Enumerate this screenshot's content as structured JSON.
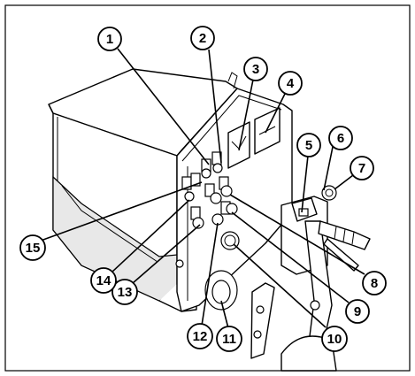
{
  "figure": {
    "callouts": [
      {
        "id": "c1",
        "label": "1"
      },
      {
        "id": "c2",
        "label": "2"
      },
      {
        "id": "c3",
        "label": "3"
      },
      {
        "id": "c4",
        "label": "4"
      },
      {
        "id": "c5",
        "label": "5"
      },
      {
        "id": "c6",
        "label": "6"
      },
      {
        "id": "c7",
        "label": "7"
      },
      {
        "id": "c8",
        "label": "8"
      },
      {
        "id": "c9",
        "label": "9"
      },
      {
        "id": "c10",
        "label": "10"
      },
      {
        "id": "c11",
        "label": "11"
      },
      {
        "id": "c12",
        "label": "12"
      },
      {
        "id": "c13",
        "label": "13"
      },
      {
        "id": "c14",
        "label": "14"
      },
      {
        "id": "c15",
        "label": "15"
      }
    ]
  }
}
